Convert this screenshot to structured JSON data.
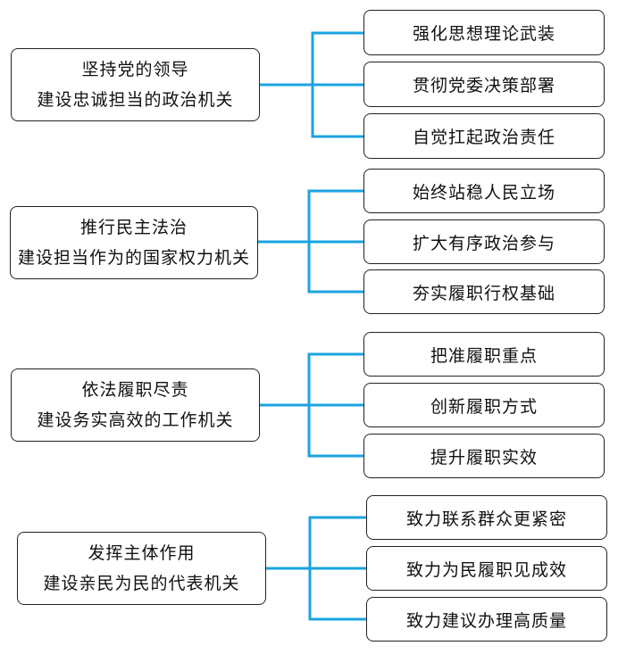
{
  "groups": [
    {
      "line1": "坚持党的领导",
      "line2": "建设忠诚担当的政治机关",
      "items": [
        "强化思想理论武装",
        "贯彻党委决策部署",
        "自觉扛起政治责任"
      ]
    },
    {
      "line1": "推行民主法治",
      "line2": "建设担当作为的国家权力机关",
      "items": [
        "始终站稳人民立场",
        "扩大有序政治参与",
        "夯实履职行权基础"
      ]
    },
    {
      "line1": "依法履职尽责",
      "line2": "建设务实高效的工作机关",
      "items": [
        "把准履职重点",
        "创新履职方式",
        "提升履职实效"
      ]
    },
    {
      "line1": "发挥主体作用",
      "line2": "建设亲民为民的代表机关",
      "items": [
        "致力联系群众更紧密",
        "致力为民履职见成效",
        "致力建议办理高质量"
      ]
    }
  ],
  "colors": {
    "connector": "#1aa3e0",
    "border": "#222222"
  }
}
